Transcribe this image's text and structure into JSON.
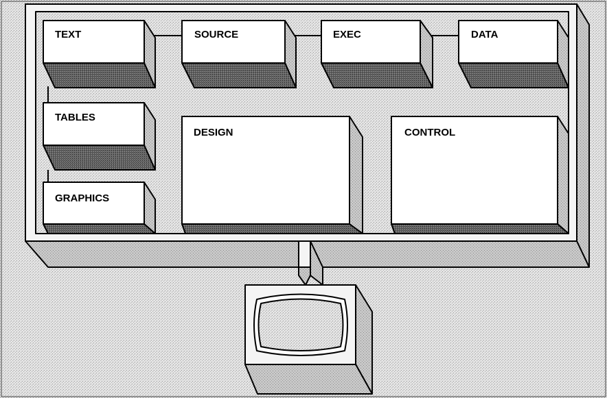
{
  "modules": {
    "text": "TEXT",
    "source": "SOURCE",
    "exec": "EXEC",
    "data": "DATA",
    "tables": "TABLES",
    "design": "DESIGN",
    "control": "CONTROL",
    "graphics": "GRAPHICS"
  },
  "colors": {
    "background_stipple": "#dcdcdc",
    "box_face": "#ffffff",
    "box_shadow": "#555555",
    "box_side": "#bdbdbd",
    "frame_side": "#cfcfcf",
    "line": "#000000"
  }
}
